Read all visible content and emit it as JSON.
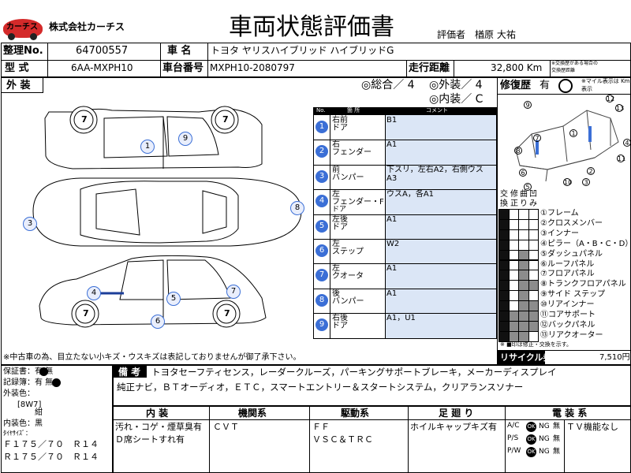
{
  "company": {
    "logo_text": "カーチス",
    "name": "株式会社カーチス"
  },
  "title": "車両状態評価書",
  "evaluator": {
    "label": "評価者",
    "name": "楢原 大祐"
  },
  "header": {
    "seiri_label": "整理No.",
    "seiri_value": "64700557",
    "shamei_label": "車 名",
    "shamei_value": "トヨタ ヤリスハイブリッド ハイブリッドG",
    "katashiki_label": "型 式",
    "katashiki_value": "6AA-MXPH10",
    "chassis_label": "車台番号",
    "chassis_value": "MXPH10-2080797",
    "mileage_label": "走行距離",
    "mileage_value": "32,800 Km",
    "mileage_note1": "※交換歴がある場合の",
    "mileage_note2": "交換歴距離"
  },
  "exterior": {
    "label": "外 装",
    "overall": "◎総合／ 4",
    "gaisou": "◎外装／ 4",
    "naisou": "◎内装／ C",
    "repair_label": "修復歴",
    "repair_value": "有",
    "repair_note1": "※マイル表示は Km",
    "repair_note2": "表示"
  },
  "table": {
    "col_no": "No.",
    "col_part": "箇 所",
    "col_comment": "コメント",
    "rows": [
      {
        "no": "1",
        "part1": "右前",
        "part2": "ドア",
        "comment1": "B1",
        "comment2": ""
      },
      {
        "no": "2",
        "part1": "右",
        "part2": "フェンダー",
        "comment1": "A1",
        "comment2": ""
      },
      {
        "no": "3",
        "part1": "前",
        "part2": "バンパー",
        "comment1": "下スリ，左右A2，右側ウス",
        "comment2": "A3"
      },
      {
        "no": "4",
        "part1": "左",
        "part2": "フェンダー・F",
        "part3": "ドア",
        "comment1": "ウスA，各A1",
        "comment2": ""
      },
      {
        "no": "5",
        "part1": "左後",
        "part2": "ドア",
        "comment1": "A1",
        "comment2": ""
      },
      {
        "no": "6",
        "part1": "左",
        "part2": "ステップ",
        "comment1": "W2",
        "comment2": ""
      },
      {
        "no": "7",
        "part1": "左",
        "part2": "クオータ",
        "comment1": "A1",
        "comment2": ""
      },
      {
        "no": "8",
        "part1": "後",
        "part2": "バンパー",
        "comment1": "A1",
        "comment2": ""
      },
      {
        "no": "9",
        "part1": "右後",
        "part2": "ドア",
        "comment1": "A1，U1",
        "comment2": ""
      }
    ]
  },
  "diagram_labels": {
    "seven": "7",
    "one": "1",
    "three": "3",
    "four": "4",
    "five": "5",
    "six": "6",
    "eight": "8",
    "nine": "9"
  },
  "frame_check": {
    "headers": [
      "交",
      "修",
      "曲",
      "凹"
    ],
    "headers2": [
      "換",
      "正",
      "り",
      "み"
    ],
    "items": [
      "①フレーム",
      "②クロスメンバー",
      "③インナー",
      "④ピラー（A・B・C・D）",
      "⑤ダッシュパネル",
      "⑥ルーフパネル",
      "⑦フロアパネル",
      "⑧トランクフロアパネル",
      "⑨サイド ステップ",
      "⑩リアインナー",
      "⑪コアサポート",
      "⑫バックパネル",
      "⑬リアクオーター"
    ],
    "footnote": "※ ■印は修正・交換を示す。"
  },
  "recycle": {
    "label": "リサイクル券",
    "value": "7,510円"
  },
  "footnote": "※中古車の為、目立たない小キズ・ウスキズは表記しておりませんが御了承下さい。",
  "left_info": {
    "hosho": "保証書：有 無",
    "kiroku": "記録簿：有 無",
    "gaisou_color_label": "外装色：",
    "gaisou_color_value": "[8W7]",
    "gaisou_color_name": "紺",
    "naisou_color": "内装色：黒",
    "tire_label": "ﾀｲﾔｻｲｽﾞ：",
    "tire_front": "Ｆ１７５／７０　Ｒ１４",
    "tire_rear": "Ｒ１７５／７０　Ｒ１４"
  },
  "bikou": {
    "label": "備 考",
    "line1": "トヨタセーフティセンス，レーダークルーズ，パーキングサポートブレーキ，メーカーディスプレイ",
    "line2": "純正ナビ，ＢＴオーディオ，ＥＴＣ，スマートエントリー＆スタートシステム，クリアランスソナー"
  },
  "bottom": {
    "naisou_h": "内 装",
    "naisou_1": "汚れ・コゲ・煙草臭有",
    "naisou_2": "Ｄ席シートすれ有",
    "kikan_h": "機関系",
    "kikan_1": "ＣＶＴ",
    "kudou_h": "駆動系",
    "kudou_1": "ＦＦ",
    "kudou_2": "ＶＳＣ＆ＴＲＣ",
    "ashi_h": "足 廻 り",
    "ashi_1": "ホイルキャップキズ有",
    "denso_h": "電 装 系",
    "ac": "A/C",
    "ps": "P/S",
    "pw": "P/W",
    "ok": "OK",
    "ng": "NG",
    "mu": "無",
    "denso_note": "ＴＶ機能なし"
  }
}
